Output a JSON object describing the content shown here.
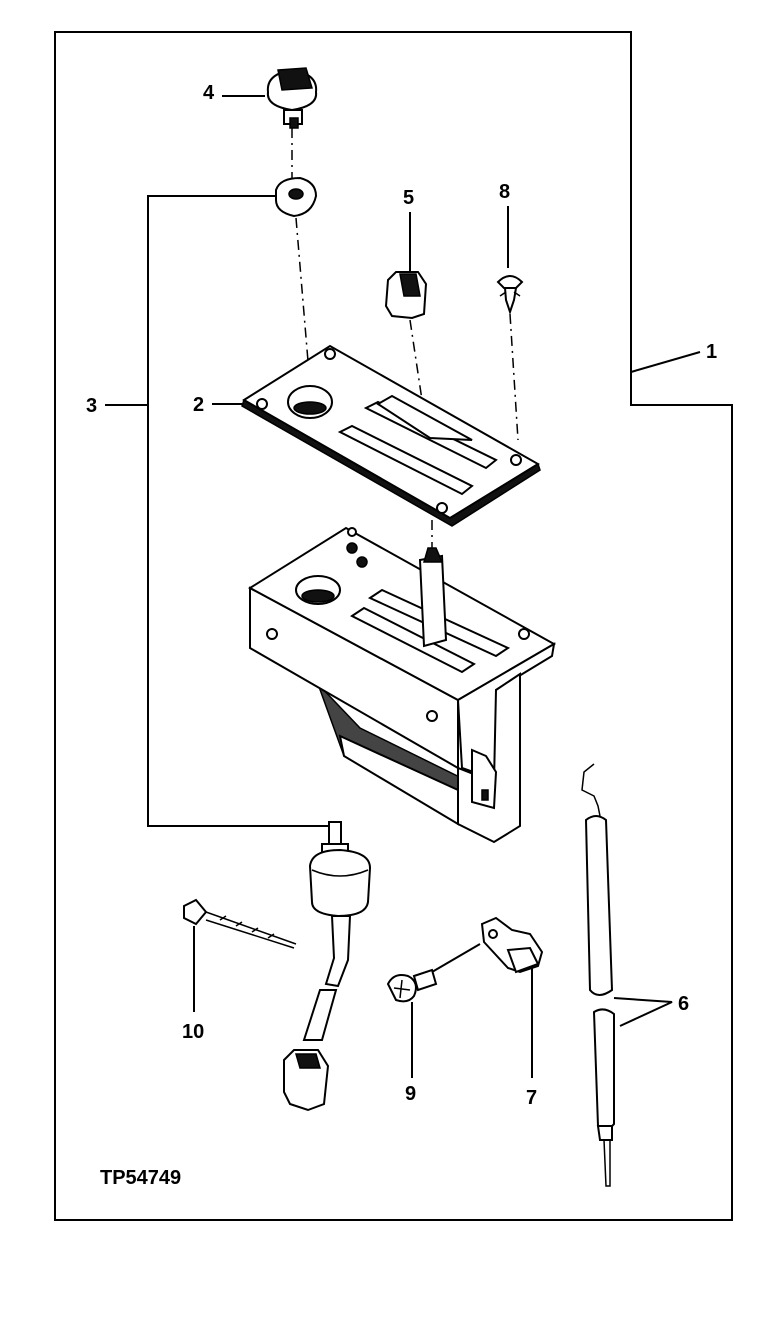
{
  "figure_id": "TP54749",
  "callouts": [
    {
      "id": "1",
      "label": "1"
    },
    {
      "id": "2",
      "label": "2"
    },
    {
      "id": "3",
      "label": "3"
    },
    {
      "id": "4",
      "label": "4"
    },
    {
      "id": "5",
      "label": "5"
    },
    {
      "id": "6",
      "label": "6"
    },
    {
      "id": "7",
      "label": "7"
    },
    {
      "id": "8",
      "label": "8"
    },
    {
      "id": "9",
      "label": "9"
    },
    {
      "id": "10",
      "label": "10"
    }
  ]
}
